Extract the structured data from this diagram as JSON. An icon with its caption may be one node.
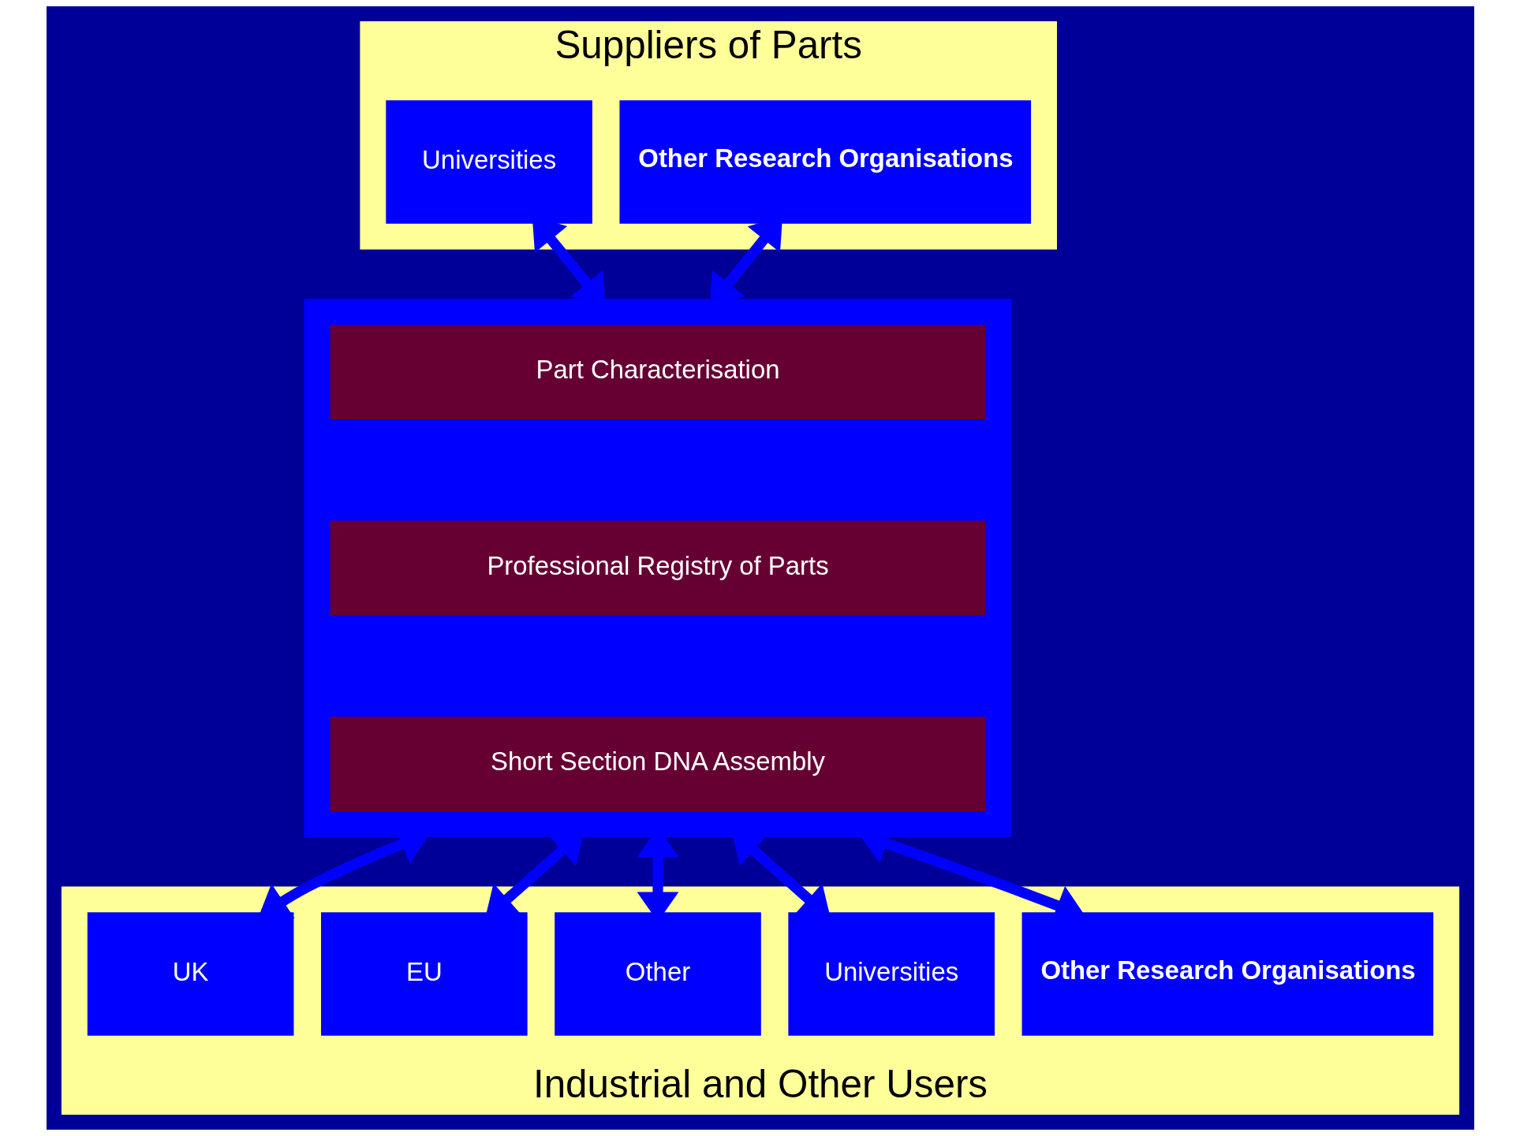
{
  "diagram": {
    "nodes": [
      {
        "text": [
          "Suppliers of Parts"
        ]
      },
      {
        "text": [
          "Universities"
        ],
        "in": 0
      },
      {
        "text": [
          "Other Research Organisations"
        ],
        "in": 0
      },
      {
        "text": [],
        "shape": "box"
      },
      {
        "text": [
          "Part Characterisation"
        ],
        "in": 3
      },
      {
        "text": [
          "Professional Registry of Parts"
        ],
        "in": 3
      },
      {
        "text": [
          "Short Section DNA Assembly"
        ],
        "in": 3
      },
      {
        "text": [
          "Industrial and Other Users"
        ]
      },
      {
        "text": [
          "UK"
        ],
        "in": 7
      },
      {
        "text": [
          "EU"
        ],
        "in": 7
      },
      {
        "text": [
          "Other"
        ],
        "in": 7
      },
      {
        "text": [
          "Universities"
        ],
        "in": 7
      },
      {
        "text": [
          "Other Research Organisations"
        ],
        "in": 7
      }
    ],
    "edges": [
      {
        "from": 1,
        "to": 3,
        "arrow": "both"
      },
      {
        "from": 2,
        "to": 3,
        "arrow": "both"
      },
      {
        "from": 3,
        "to": 8,
        "arrow": "both"
      },
      {
        "from": 3,
        "to": 9,
        "arrow": "both"
      },
      {
        "from": 3,
        "to": 10,
        "arrow": "both"
      },
      {
        "from": 3,
        "to": 11,
        "arrow": "both"
      },
      {
        "from": 3,
        "to": 12,
        "arrow": "both"
      }
    ]
  }
}
